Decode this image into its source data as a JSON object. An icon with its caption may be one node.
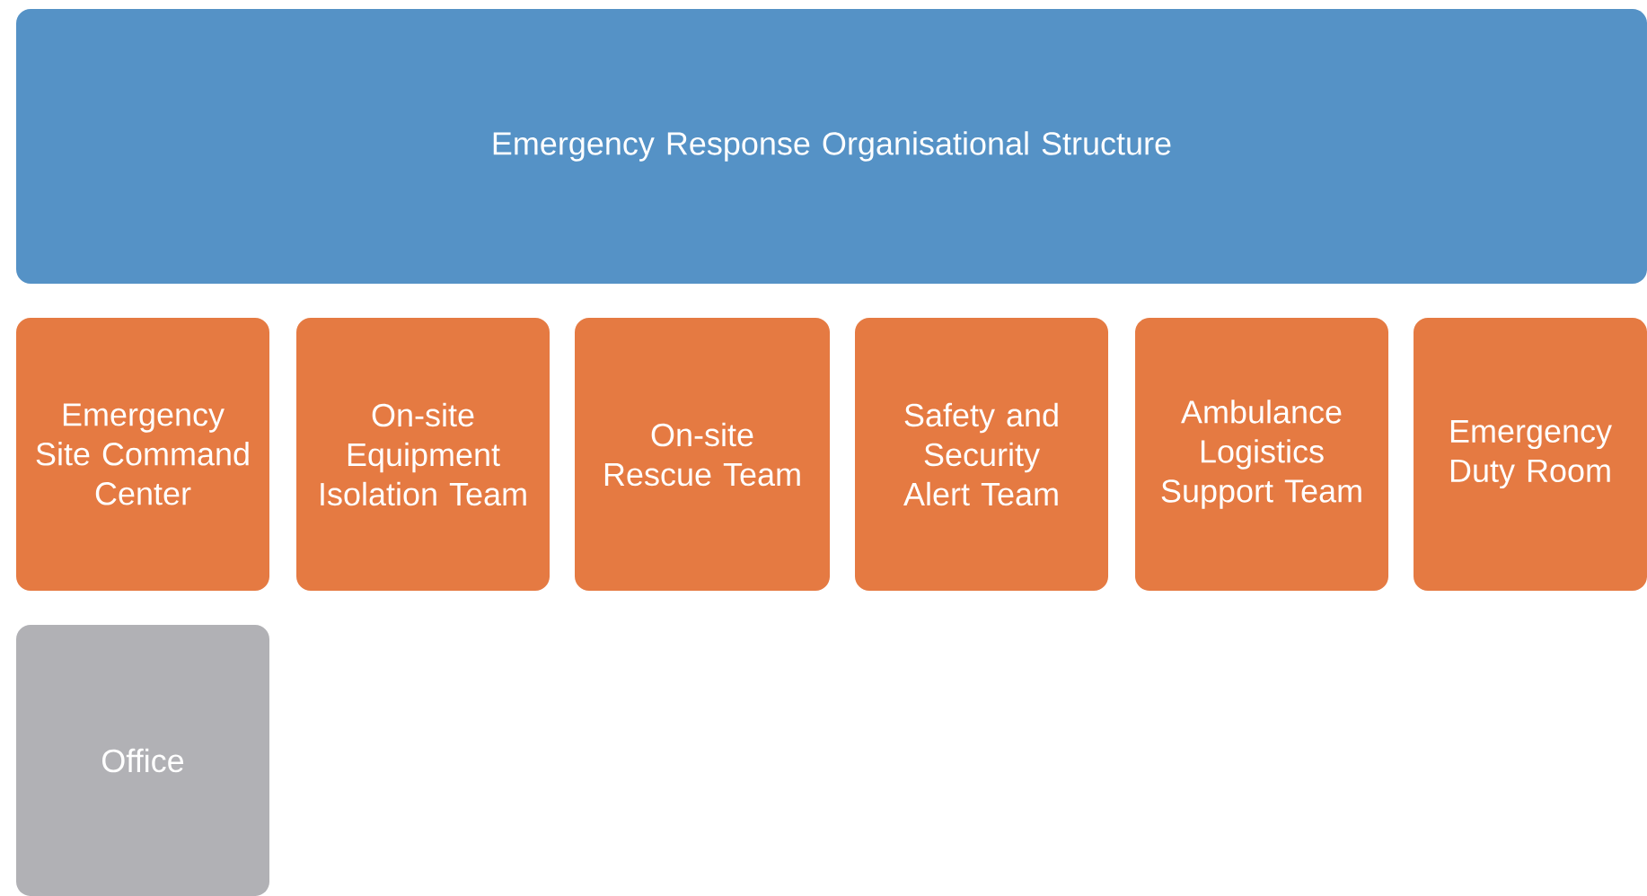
{
  "diagram": {
    "nodes": [
      {
        "text": [
          "Emergency Response Organisational Structure"
        ]
      },
      {
        "text": [
          "Emergency Site Command Center"
        ]
      },
      {
        "text": [
          "On-site Equipment Isolation Team"
        ]
      },
      {
        "text": [
          "On-site Rescue Team"
        ]
      },
      {
        "text": [
          "Safety and Security Alert Team"
        ]
      },
      {
        "text": [
          "Ambulance Logistics Support Team"
        ]
      },
      {
        "text": [
          "Emergency Duty Room"
        ]
      },
      {
        "text": [
          "Office"
        ]
      }
    ]
  }
}
